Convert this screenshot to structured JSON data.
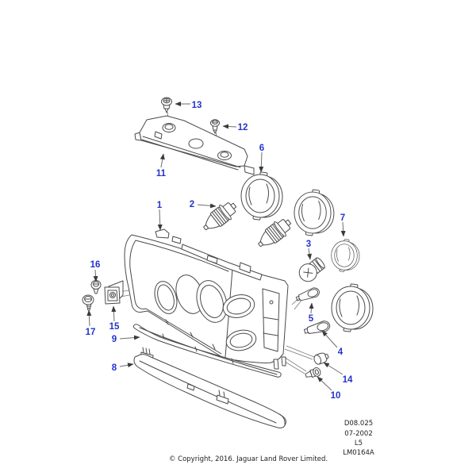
{
  "diagram_type": "exploded-parts-diagram-headlamp",
  "callouts": [
    {
      "label": "1"
    },
    {
      "label": "2"
    },
    {
      "label": "3"
    },
    {
      "label": "4"
    },
    {
      "label": "5"
    },
    {
      "label": "6"
    },
    {
      "label": "7"
    },
    {
      "label": "8"
    },
    {
      "label": "9"
    },
    {
      "label": "10"
    },
    {
      "label": "11"
    },
    {
      "label": "12"
    },
    {
      "label": "13"
    },
    {
      "label": "14"
    },
    {
      "label": "15"
    },
    {
      "label": "16"
    },
    {
      "label": "17"
    }
  ],
  "doc_info": {
    "drawing_number": "D08.025",
    "date": "07-2002",
    "sheet": "L5",
    "reference": "LM0164A"
  },
  "footer": {
    "copyright": "© Copyright, 2016. Jaguar Land Rover Limited."
  },
  "colors": {
    "callout_blue": "#2433cc",
    "line_art_gray": "#4a4a4a",
    "leader_gray": "#6e6e6e",
    "background": "#ffffff"
  }
}
